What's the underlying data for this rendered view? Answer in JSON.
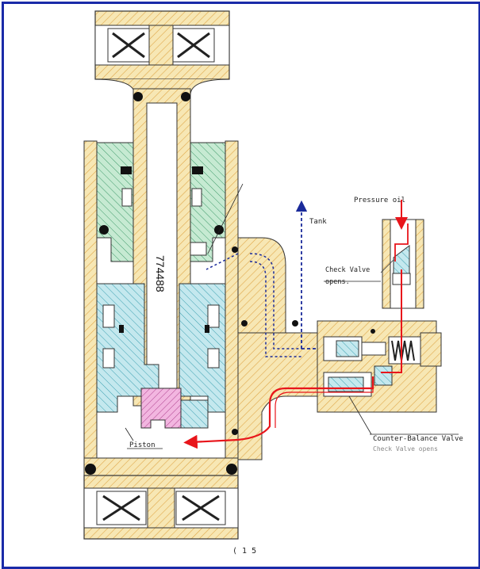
{
  "labels": {
    "pressure_oil": "Pressure oil",
    "tank": "Tank",
    "check_valve_line1": "Check Valve",
    "check_valve_line2": "opens.",
    "part_number": "774488",
    "piston": "Piston",
    "counter_balance_valve": "Counter-Balance Valve",
    "cutoff_label": "Check Valve opens",
    "page_marker": "( 1 5"
  },
  "colors": {
    "housing_fill": "#f7e7b4",
    "hatch": "#e0a84a",
    "green_fill": "#c6ead2",
    "green_hatch": "#3f9a6a",
    "cyan_fill": "#c4e8ee",
    "cyan_hatch": "#3a9fb0",
    "magenta_fill": "#f2b6e0",
    "pressure_line": "#e8151b",
    "tank_line": "#1a2a9a",
    "frame": "#1a2aa8"
  }
}
